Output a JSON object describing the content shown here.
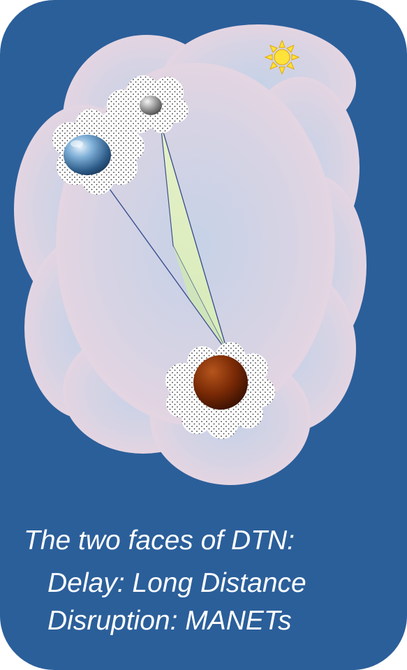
{
  "caption": {
    "line1": "The two faces of DTN:",
    "line2": "Delay: Long Distance",
    "line3": "Disruption: MANETs"
  },
  "colors": {
    "background": "#2b5f9a",
    "cloud_outer": "#e8d4df",
    "cloud_inner": "#c9d3e6",
    "link_pink": "#f6c8cf",
    "link_green": "#dfeec3",
    "link_stroke": "#3b4f8e",
    "sun": "#ffe23a",
    "planet_blue": "#4f86b8",
    "planet_gray": "#9a9a9a",
    "planet_brown": "#7a2a06"
  },
  "icons": [
    "sun-icon",
    "earth-planet-icon",
    "moon-icon",
    "mars-planet-icon"
  ]
}
